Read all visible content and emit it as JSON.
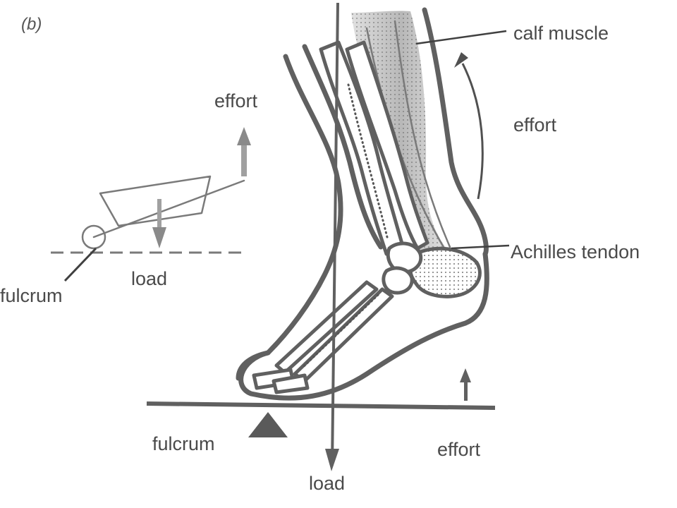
{
  "panel_label": "(b)",
  "labels": {
    "calf_muscle": "calf muscle",
    "effort_right_top": "effort",
    "achilles_tendon": "Achilles tendon",
    "effort_lever": "effort",
    "load_lever": "load",
    "fulcrum_lever": "fulcrum",
    "fulcrum_foot": "fulcrum",
    "load_foot": "load",
    "effort_foot": "effort"
  },
  "colors": {
    "outline": "#606060",
    "text": "#4a4a4a",
    "muscle_shade": "#b0b0b0",
    "fulcrum_fill": "#5a5a5a"
  }
}
